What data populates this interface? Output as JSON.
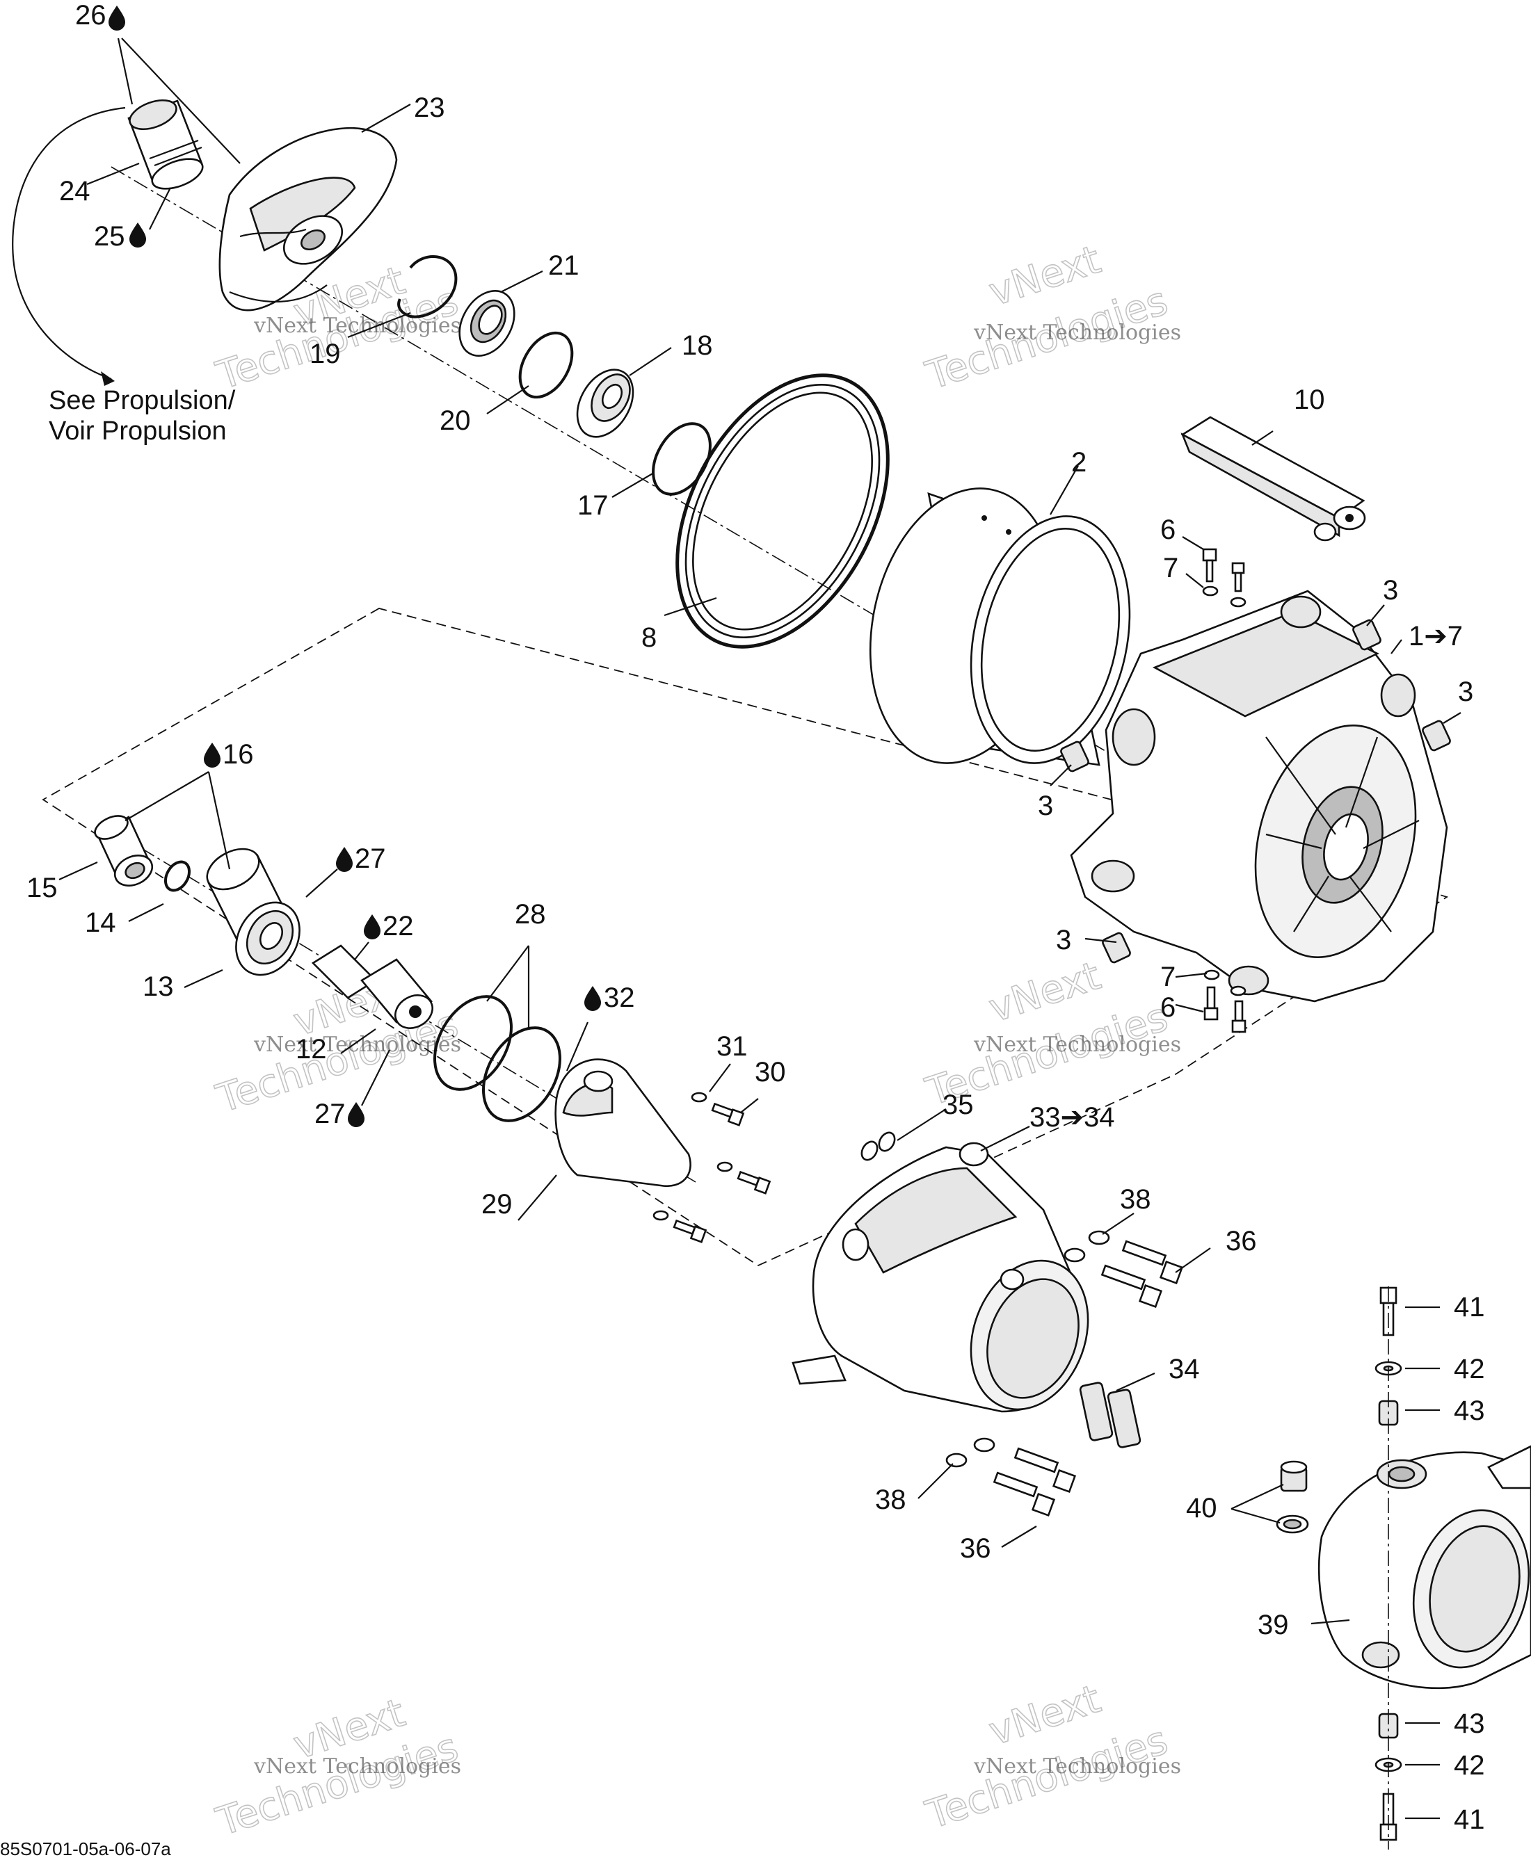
{
  "callouts": [
    {
      "id": "c26",
      "text": "26",
      "drop": true
    },
    {
      "id": "c23",
      "text": "23"
    },
    {
      "id": "c24",
      "text": "24"
    },
    {
      "id": "c25",
      "text": "25",
      "drop": true
    },
    {
      "id": "c21",
      "text": "21"
    },
    {
      "id": "c19",
      "text": "19"
    },
    {
      "id": "c18",
      "text": "18"
    },
    {
      "id": "c20",
      "text": "20"
    },
    {
      "id": "c17",
      "text": "17"
    },
    {
      "id": "c10",
      "text": "10"
    },
    {
      "id": "c2",
      "text": "2"
    },
    {
      "id": "c6a",
      "text": "6"
    },
    {
      "id": "c7a",
      "text": "7"
    },
    {
      "id": "c3a",
      "text": "3"
    },
    {
      "id": "c1to7",
      "text": "1➔7"
    },
    {
      "id": "c3b",
      "text": "3"
    },
    {
      "id": "c8",
      "text": "8"
    },
    {
      "id": "c16",
      "text": "16",
      "drop": true
    },
    {
      "id": "c3c",
      "text": "3"
    },
    {
      "id": "c27a",
      "text": "27",
      "drop": true
    },
    {
      "id": "c15",
      "text": "15"
    },
    {
      "id": "c14",
      "text": "14"
    },
    {
      "id": "c22",
      "text": "22",
      "drop": true
    },
    {
      "id": "c28",
      "text": "28"
    },
    {
      "id": "c3d",
      "text": "3"
    },
    {
      "id": "c13",
      "text": "13"
    },
    {
      "id": "c7b",
      "text": "7"
    },
    {
      "id": "c6b",
      "text": "6"
    },
    {
      "id": "c32",
      "text": "32",
      "drop": true
    },
    {
      "id": "c12",
      "text": "12"
    },
    {
      "id": "c31",
      "text": "31"
    },
    {
      "id": "c30",
      "text": "30"
    },
    {
      "id": "c27b",
      "text": "27",
      "drop": true
    },
    {
      "id": "c35",
      "text": "35"
    },
    {
      "id": "c33to34",
      "text": "33➔34"
    },
    {
      "id": "c29",
      "text": "29"
    },
    {
      "id": "c38a",
      "text": "38"
    },
    {
      "id": "c36a",
      "text": "36"
    },
    {
      "id": "c41a",
      "text": "41"
    },
    {
      "id": "c34",
      "text": "34"
    },
    {
      "id": "c42a",
      "text": "42"
    },
    {
      "id": "c43a",
      "text": "43"
    },
    {
      "id": "c38b",
      "text": "38"
    },
    {
      "id": "c40",
      "text": "40"
    },
    {
      "id": "c36b",
      "text": "36"
    },
    {
      "id": "c39",
      "text": "39"
    },
    {
      "id": "c43b",
      "text": "43"
    },
    {
      "id": "c42b",
      "text": "42"
    },
    {
      "id": "c41b",
      "text": "41"
    }
  ],
  "cross_reference": {
    "line1": "See Propulsion/",
    "line2": "Voir Propulsion"
  },
  "watermark": {
    "line1": "vNext Technologies",
    "line2": "vNext",
    "line3": "Technologies"
  },
  "drawing_code": "85S0701-05a-06-07a"
}
